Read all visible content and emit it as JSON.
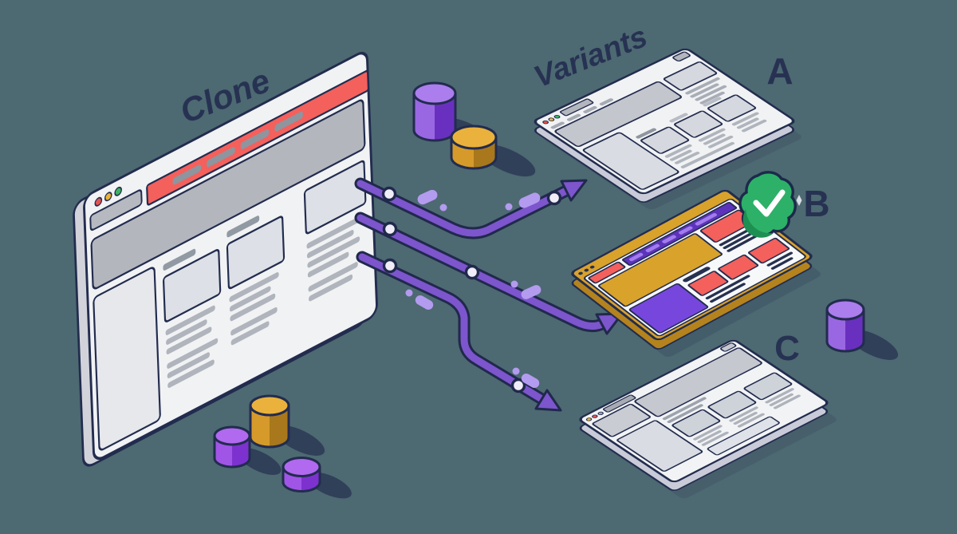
{
  "background_color": "#4d6972",
  "title_labels": {
    "source": "Clone",
    "variants": "Variants"
  },
  "variants": [
    {
      "label": "A",
      "style": "grayscale-wireframe"
    },
    {
      "label": "B",
      "style": "colored",
      "badge": "green-checkmark"
    },
    {
      "label": "C",
      "style": "grayscale-wireframe"
    }
  ],
  "icons": {
    "badge": "checkmark-seal-icon",
    "arrows": [
      "arrow-to-variant-a",
      "arrow-to-variant-b",
      "arrow-to-variant-c"
    ],
    "cylinders": "database-cylinder-icon",
    "traffic_lights": "window-traffic-lights-icon"
  },
  "colors": {
    "outline_navy": "#222c4e",
    "window_white": "#f1f2f4",
    "hero_gray": "#b4b6be",
    "accent_red": "#f4605c",
    "accent_gold": "#d9a22b",
    "arrow_purple": "#7d55cd",
    "pill_purple": "#b39bef",
    "navbar_purple": "#5c33bb",
    "card_purple": "#7747dd",
    "badge_green": "#2db168",
    "label_navy": "#273252",
    "slab_gray": "#c9cbd8",
    "shadow_slate": "#2e3d56"
  }
}
